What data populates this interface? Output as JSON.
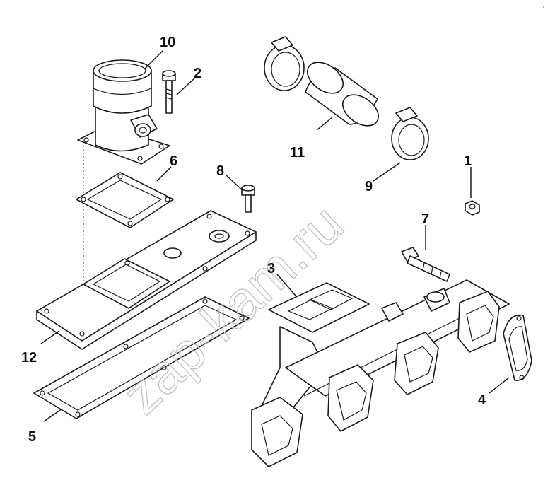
{
  "watermark": "zap-kam.ru",
  "corner_mark": "⌐",
  "callouts": [
    {
      "id": "1",
      "text": "1"
    },
    {
      "id": "2",
      "text": "2"
    },
    {
      "id": "3",
      "text": "3"
    },
    {
      "id": "4",
      "text": "4"
    },
    {
      "id": "5",
      "text": "5"
    },
    {
      "id": "6",
      "text": "6"
    },
    {
      "id": "7",
      "text": "7"
    },
    {
      "id": "8",
      "text": "8"
    },
    {
      "id": "9",
      "text": "9"
    },
    {
      "id": "10",
      "text": "10"
    },
    {
      "id": "11",
      "text": "11"
    },
    {
      "id": "12",
      "text": "12"
    }
  ],
  "colors": {
    "line": "#1a1a1a",
    "watermark": "#bdbdbd",
    "background": "#ffffff"
  }
}
